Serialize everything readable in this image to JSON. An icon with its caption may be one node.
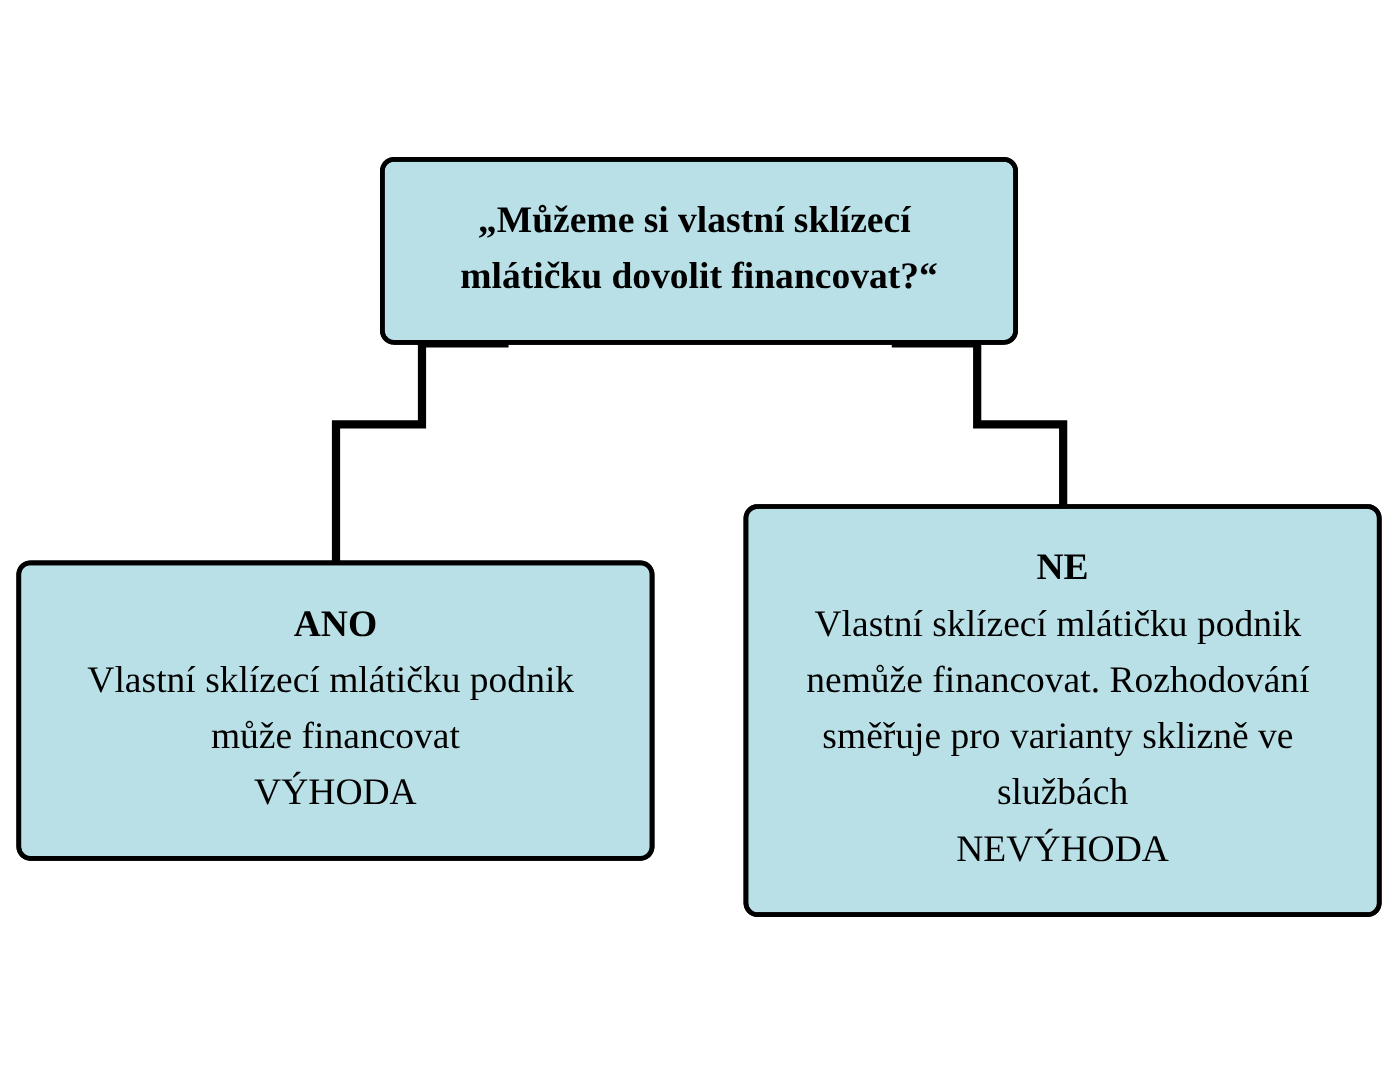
{
  "diagram": {
    "nodes": [
      {
        "text": [
          "„Můžeme si vlastní sklízecí mlátičku dovolit financovat?“"
        ]
      },
      {
        "text": [
          "ANO",
          "Vlastní sklízecí mlátičku podnik může financovat",
          "VÝHODA"
        ]
      },
      {
        "text": [
          "NE",
          "Vlastní sklízecí mlátičku podnik nemůže financovat. Rozhodování směřuje pro varianty sklizně ve službách",
          "NEVÝHODA"
        ]
      }
    ],
    "edges": [
      {
        "from": 0,
        "to": 1,
        "arrow": "none"
      },
      {
        "from": 0,
        "to": 2,
        "arrow": "none"
      }
    ]
  }
}
